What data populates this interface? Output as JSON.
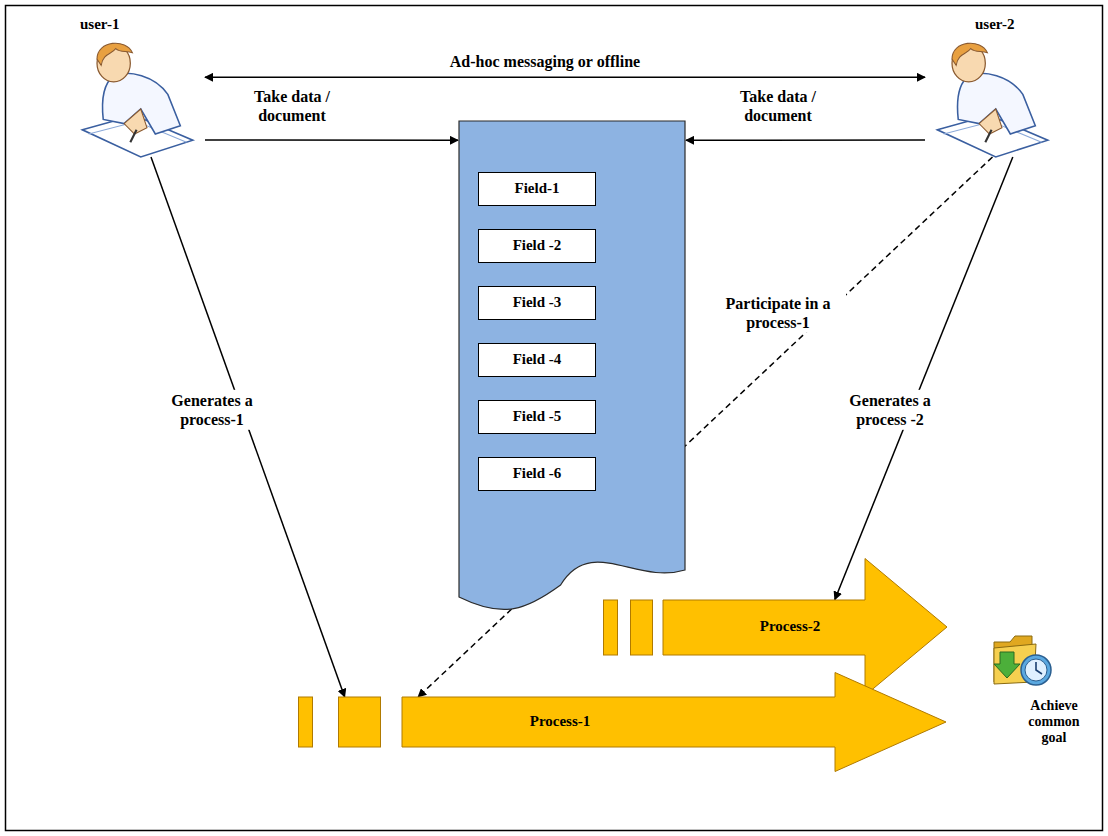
{
  "diagram": {
    "nodes": [
      {
        "text": [
          "user-1"
        ]
      },
      {
        "text": [
          "user-2"
        ]
      },
      {
        "text": []
      },
      {
        "text": [
          "Field-1"
        ],
        "in": 2
      },
      {
        "text": [
          "Field -2"
        ],
        "in": 2
      },
      {
        "text": [
          "Field -3"
        ],
        "in": 2
      },
      {
        "text": [
          "Field -4"
        ],
        "in": 2
      },
      {
        "text": [
          "Field -5"
        ],
        "in": 2
      },
      {
        "text": [
          "Field -6"
        ],
        "in": 2
      },
      {
        "text": [
          "Process-2"
        ]
      },
      {
        "text": [
          "Process-1"
        ]
      },
      {
        "text": [
          "Achieve common goal"
        ]
      }
    ],
    "edges": [
      {
        "from": 0,
        "to": 1,
        "label": "Ad-hoc messaging or offline",
        "arrow": "both"
      },
      {
        "from": 0,
        "to": 2,
        "label": "Take data / document",
        "arrow": "to"
      },
      {
        "from": 1,
        "to": 2,
        "label": "Take data / document",
        "arrow": "to"
      },
      {
        "from": 0,
        "to": 10,
        "label": "Generates a process-1",
        "arrow": "to"
      },
      {
        "from": 1,
        "to": 9,
        "label": "Generates a process -2",
        "arrow": "to"
      },
      {
        "from": 1,
        "to": 10,
        "label": "Participate in a process-1",
        "arrow": "to"
      }
    ]
  }
}
